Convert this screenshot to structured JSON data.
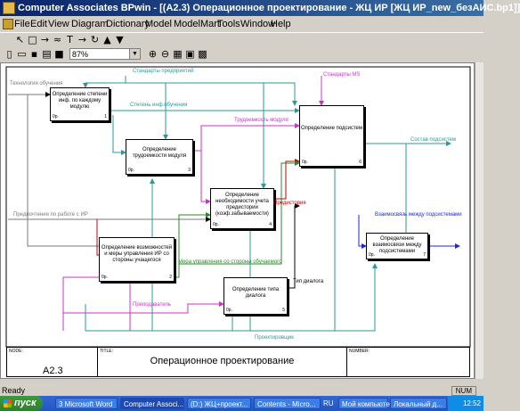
{
  "window": {
    "title": "Computer Associates BPwin - [(A2.3) Операционное проектирование - ЖЦ ИР  [ЖЦ ИР_new_безАИС.bp1]]"
  },
  "menu": [
    "File",
    "Edit",
    "View",
    "Diagram",
    "Dictionary",
    "Model",
    "ModelMart",
    "Tools",
    "Window",
    "Help"
  ],
  "toolbar": {
    "zoom": "87%"
  },
  "boxes": [
    {
      "label": "Определение степени инф. по каждому модулю",
      "cost": "0р.",
      "num": "1"
    },
    {
      "label": "Определение трудоемкости модуля",
      "cost": "0р.",
      "num": "3"
    },
    {
      "label": "Определение подсистем",
      "cost": "0р.",
      "num": "6"
    },
    {
      "label": "Определение необходимости учета предистории (коэф.забываемости)",
      "cost": "0р.",
      "num": "4"
    },
    {
      "label": "Определение возможностей и меры управления ИР со стороны учащегося",
      "cost": "0р.",
      "num": "2"
    },
    {
      "label": "Определение типа диалога",
      "cost": "0р.",
      "num": "5"
    },
    {
      "label": "Определение взаимосвязи между подсистемами",
      "cost": "0р.",
      "num": "7"
    }
  ],
  "arrows": {
    "standards_enterprise": "Стандарты предприятий",
    "standards_ms": "Стандарты МS",
    "tech_learning": "Технология обучения",
    "degree_inf": "Степень инф.обучения",
    "labor_module": "Трудоемкость модуля",
    "subsystem_composition": "Состав подсистем",
    "prehistory": "Предистория",
    "user_prefs": "Предпочтения по работе с ИР",
    "subsystem_links": "Взаимосвязь между подсистемами",
    "control_measure": "Мера управления со стороны обучаемого",
    "dialog_type": "Тип диалога",
    "teacher": "Преподаватель",
    "designer": "Проектировщик"
  },
  "footer": {
    "node_header": "NODE:",
    "node_value": "A2.3",
    "title_header": "TITLE:",
    "title_value": "Операционное проектирование",
    "number_header": "NUMBER:"
  },
  "status": {
    "left": "Ready",
    "num": "NUM"
  },
  "taskbar": {
    "start": "пуск",
    "lang": "RU",
    "clock": "12:52",
    "tasks": [
      "3 Microsoft Word",
      "Computer Associ...",
      "(D:) ЖЦ+проект...",
      "Contents - Micro...",
      "Мой компьютер",
      "Локальный д..."
    ]
  },
  "colors": {
    "titlebar": "#0a246a",
    "teal": "#2a9a9a",
    "magenta": "#cc2fcc",
    "green": "#2a8a2a",
    "red": "#c00000",
    "blue": "#1a2ad0"
  }
}
